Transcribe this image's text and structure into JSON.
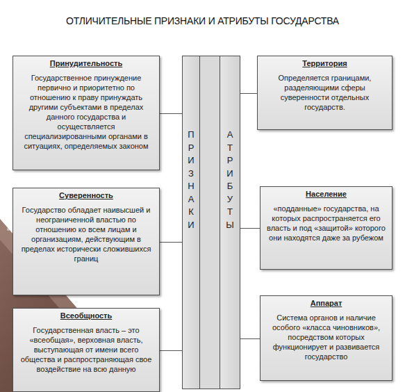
{
  "diagram": {
    "title": "ОТЛИЧИТЕЛЬНЫЕ ПРИЗНАКИ И АТРИБУТЫ ГОСУДАРСТВА",
    "nodes": [
      {
        "text": [
          "Принудительность",
          "Государственное принуждение первично и приоритетно по отношению к праву принуждать другими субъектами в пределах данного государства и осуществляется специализированными органами в ситуациях, определяемых законом"
        ]
      },
      {
        "text": [
          "Суверенность",
          "Государство обладает наивысшей и неограниченной властью по отношению ко всем лицам и организациям, действующим в пределах исторически сложившихся границ"
        ]
      },
      {
        "text": [
          "Всеобщность",
          "Государственная власть – это «всеобщая», верховная власть, выступающая от имени всего общества и распространяющая свое воздействие на всю данную"
        ]
      },
      {
        "text": [
          "ПРИЗНАКИ"
        ]
      },
      {
        "text": [
          "АТРИБУТЫ"
        ]
      },
      {
        "text": [
          "Территория",
          "Определяется границами, разделяющими сферы суверенности отдельных государств."
        ]
      },
      {
        "text": [
          "Население",
          "«подданные» государства, на которых распространяется его власть и под «защитой» которого они находятся даже за рубежом"
        ]
      },
      {
        "text": [
          "Аппарат",
          "Система органов и наличие особого «класса чиновников», посредством которых функционирует и развивается государство"
        ]
      }
    ],
    "edges": [
      {
        "from": 0,
        "to": 3,
        "arrow": "none"
      },
      {
        "from": 1,
        "to": 3,
        "arrow": "none"
      },
      {
        "from": 2,
        "to": 3,
        "arrow": "none"
      },
      {
        "from": 4,
        "to": 5,
        "arrow": "none"
      },
      {
        "from": 4,
        "to": 6,
        "arrow": "none"
      },
      {
        "from": 4,
        "to": 7,
        "arrow": "none"
      }
    ]
  }
}
